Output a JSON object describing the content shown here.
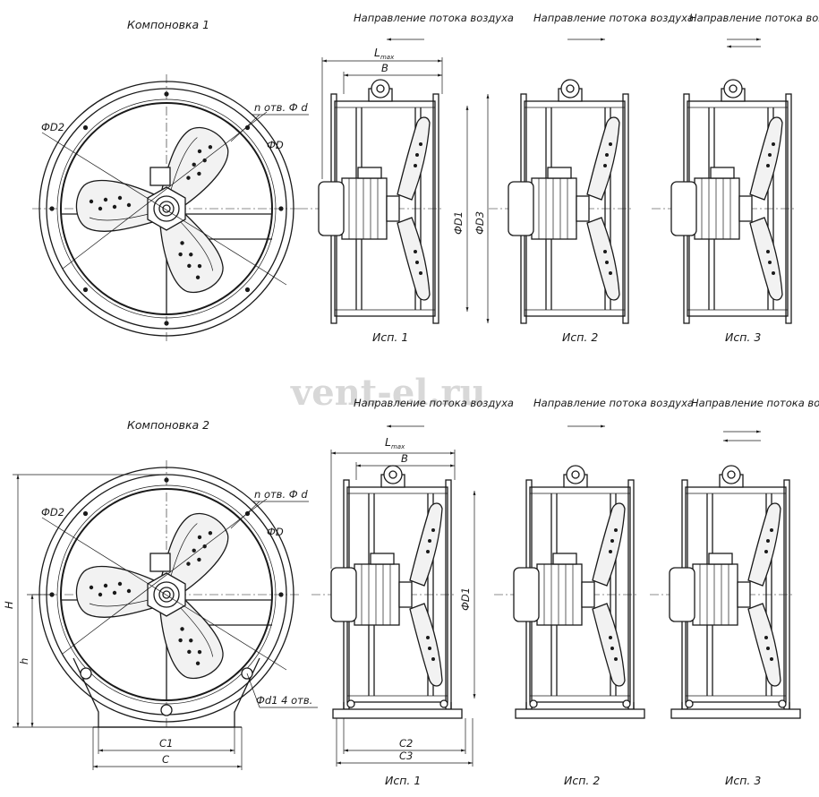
{
  "watermark": "vent-el.ru",
  "layouts": [
    {
      "title": "Компоновка 1",
      "front_labels": {
        "d2": "ФD2",
        "holes": "n отв. Ф d",
        "d": "ФD"
      },
      "side_dims": {
        "lmax": "L",
        "lmax_sub": "max",
        "b": "B",
        "d1": "ФD1",
        "d3": "ФD3"
      },
      "variants": [
        {
          "airflow_label": "Направление потока воздуха",
          "label": "Исп. 1"
        },
        {
          "airflow_label": "Направление потока воздуха",
          "label": "Исп. 2"
        },
        {
          "airflow_label": "Направление потока воздуха",
          "label": "Исп. 3"
        }
      ]
    },
    {
      "title": "Компоновка 2",
      "front_labels": {
        "d2": "ФD2",
        "holes": "n отв. Ф d",
        "d": "ФD",
        "foot_holes": "Фd1 4 отв.",
        "h_total": "H",
        "h_axis": "h",
        "c1": "C1",
        "c": "C"
      },
      "side_dims": {
        "lmax": "L",
        "lmax_sub": "max",
        "b": "B",
        "d1": "ФD1",
        "c2": "C2",
        "c3": "C3"
      },
      "variants": [
        {
          "airflow_label": "Направление потока воздуха",
          "label": "Исп. 1"
        },
        {
          "airflow_label": "Направление потока воздуха",
          "label": "Исп. 2"
        },
        {
          "airflow_label": "Направление потока воздуха",
          "label": "Исп. 3"
        }
      ]
    }
  ]
}
